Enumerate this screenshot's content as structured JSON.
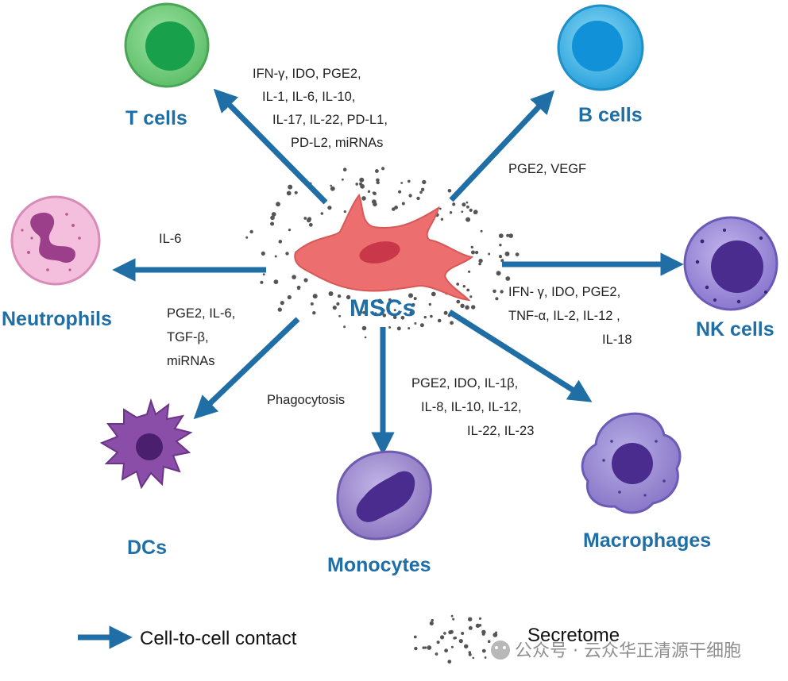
{
  "center": {
    "label": "MSCs"
  },
  "cells": {
    "t_cells": "T cells",
    "b_cells": "B cells",
    "neutrophils": "Neutrophils",
    "nk_cells": "NK cells",
    "dcs": "DCs",
    "monocytes": "Monocytes",
    "macrophages": "Macrophages"
  },
  "factors": {
    "t_cells": [
      "IFN-γ, IDO, PGE2,",
      "IL-1, IL-6, IL-10,",
      "IL-17, IL-22, PD-L1,",
      "PD-L2, miRNAs"
    ],
    "b_cells": [
      "PGE2, VEGF"
    ],
    "neutrophils": [
      "IL-6"
    ],
    "nk_cells": [
      "IFN- γ, IDO, PGE2,",
      "TNF-α, IL-2, IL-12 ,",
      "IL-18"
    ],
    "dcs": [
      "PGE2, IL-6,",
      "TGF-β,",
      "miRNAs"
    ],
    "monocytes": [
      "Phagocytosis"
    ],
    "macrophages": [
      "PGE2, IDO, IL-1β,",
      "IL-8, IL-10, IL-12,",
      "IL-22, IL-23"
    ]
  },
  "legend": {
    "contact": "Cell-to-cell contact",
    "secretome": "Secretome"
  },
  "watermark": "公众号 · 云众华正清源干细胞",
  "colors": {
    "arrow": "#1f6fa6",
    "label": "#1f6fa6",
    "t_cell": "#5fbf6a",
    "b_cell": "#29a3dc",
    "neutrophil": "#eea9cf",
    "nk_cell": "#7a67c2",
    "dc": "#8a4ea8",
    "monocyte": "#8e78c2",
    "macrophage": "#8a78c8",
    "msc": "#ec6e6e"
  }
}
